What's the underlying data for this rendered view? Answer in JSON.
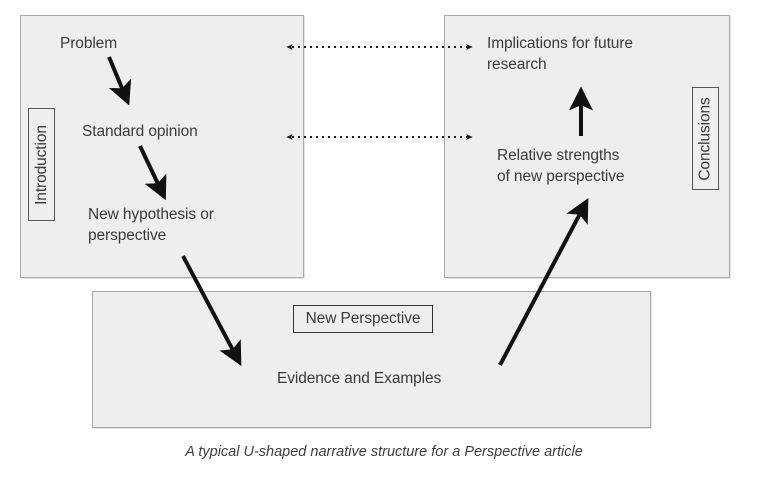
{
  "figure": {
    "caption": "A typical U-shaped narrative structure for a Perspective article",
    "colors": {
      "panel_fill": "#eeeeee",
      "panel_border": "#a9a9a9",
      "text": "#3a3a3a",
      "arrow": "#111111",
      "label_border": "#555555",
      "background": "#ffffff"
    }
  },
  "panels": {
    "introduction": {
      "side_label": "Introduction",
      "nodes": {
        "problem": "Problem",
        "standard_opinion": "Standard opinion",
        "new_hypothesis": "New hypothesis or\nperspective"
      }
    },
    "conclusions": {
      "side_label": "Conclusions",
      "nodes": {
        "implications": "Implications for future\nresearch",
        "relative_strengths": "Relative strengths\nof new perspective"
      }
    },
    "new_perspective": {
      "box_label": "New Perspective",
      "nodes": {
        "evidence": "Evidence and Examples"
      }
    }
  },
  "connectors": [
    {
      "name": "problem-to-implications",
      "style": "dotted",
      "heads": "both",
      "from": "Problem",
      "to": "Implications for future research"
    },
    {
      "name": "standard-opinion-to-relative-strengths",
      "style": "dotted",
      "heads": "both",
      "from": "Standard opinion",
      "to": "Relative strengths of new perspective"
    },
    {
      "name": "problem-to-standard-opinion",
      "style": "solid",
      "heads": "end",
      "from": "Problem",
      "to": "Standard opinion"
    },
    {
      "name": "standard-opinion-to-new-hypothesis",
      "style": "solid",
      "heads": "end",
      "from": "Standard opinion",
      "to": "New hypothesis or perspective"
    },
    {
      "name": "new-hypothesis-to-evidence",
      "style": "solid",
      "heads": "end",
      "from": "New hypothesis or perspective",
      "to": "Evidence and Examples"
    },
    {
      "name": "evidence-to-relative-strengths",
      "style": "solid",
      "heads": "end",
      "from": "Evidence and Examples",
      "to": "Relative strengths of new perspective"
    },
    {
      "name": "relative-strengths-to-implications",
      "style": "solid",
      "heads": "end",
      "from": "Relative strengths of new perspective",
      "to": "Implications for future research"
    }
  ]
}
